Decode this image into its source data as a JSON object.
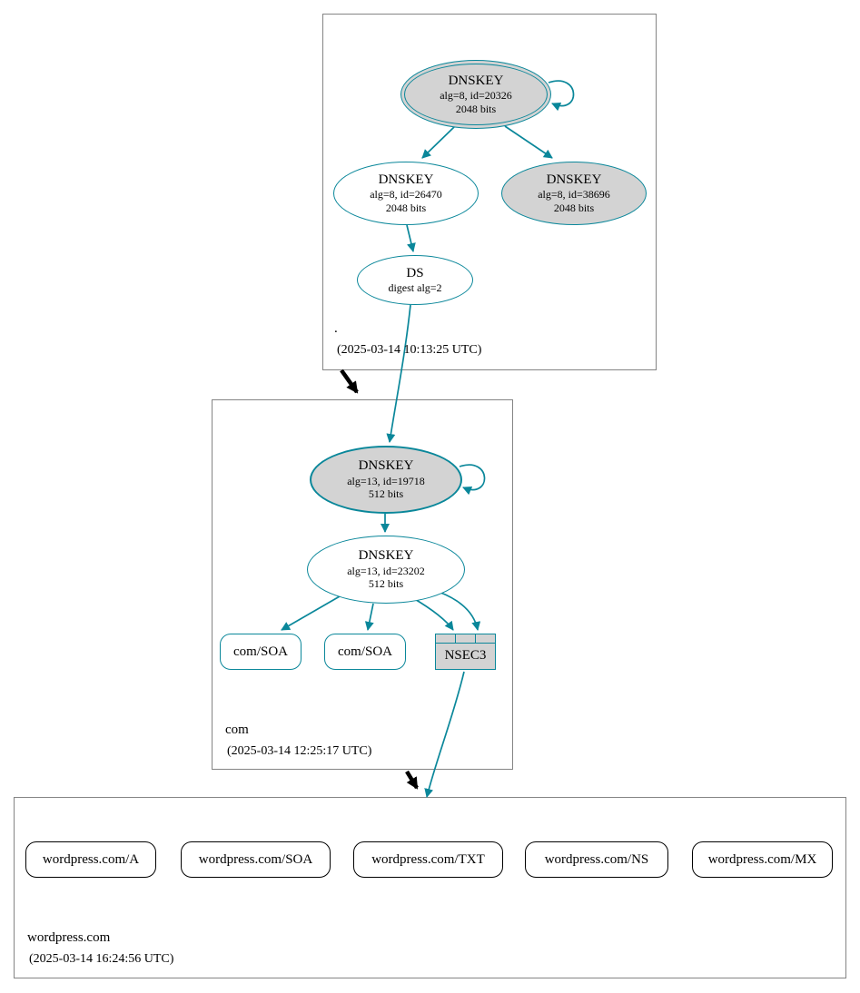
{
  "colors": {
    "secure_teal": "#0a879a",
    "node_gray_fill": "#d3d3d3",
    "delegation_black": "#000000"
  },
  "zones": {
    "root": {
      "label": ".",
      "timestamp": "(2025-03-14 10:13:25 UTC)",
      "ksk": {
        "title": "DNSKEY",
        "detail1": "alg=8, id=20326",
        "detail2": "2048 bits"
      },
      "zsk": {
        "title": "DNSKEY",
        "detail1": "alg=8, id=26470",
        "detail2": "2048 bits"
      },
      "key2": {
        "title": "DNSKEY",
        "detail1": "alg=8, id=38696",
        "detail2": "2048 bits"
      },
      "ds": {
        "title": "DS",
        "detail1": "digest alg=2"
      }
    },
    "com": {
      "label": "com",
      "timestamp": "(2025-03-14 12:25:17 UTC)",
      "ksk": {
        "title": "DNSKEY",
        "detail1": "alg=13, id=19718",
        "detail2": "512 bits"
      },
      "zsk": {
        "title": "DNSKEY",
        "detail1": "alg=13, id=23202",
        "detail2": "512 bits"
      },
      "soa1": {
        "label": "com/SOA"
      },
      "soa2": {
        "label": "com/SOA"
      },
      "nsec3": {
        "label": "NSEC3"
      }
    },
    "wordpress": {
      "label": "wordpress.com",
      "timestamp": "(2025-03-14 16:24:56 UTC)",
      "rrsets": {
        "a": "wordpress.com/A",
        "soa": "wordpress.com/SOA",
        "txt": "wordpress.com/TXT",
        "ns": "wordpress.com/NS",
        "mx": "wordpress.com/MX"
      }
    }
  }
}
